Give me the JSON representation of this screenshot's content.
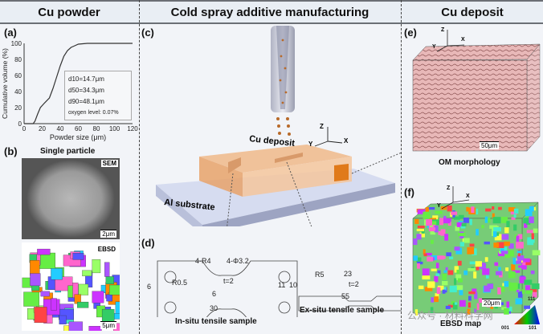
{
  "headers": {
    "left": "Cu powder",
    "center": "Cold spray additive manufacturing",
    "right": "Cu deposit"
  },
  "panels": {
    "a": "(a)",
    "b": "(b)",
    "c": "(c)",
    "d": "(d)",
    "e": "(e)",
    "f": "(f)"
  },
  "chart_data": {
    "type": "line",
    "title": "",
    "xlabel": "Powder size (μm)",
    "ylabel": "Cumulative volume (%)",
    "xlim": [
      0,
      120
    ],
    "ylim": [
      0,
      100
    ],
    "xticks": [
      "0",
      "20",
      "40",
      "60",
      "80",
      "100",
      "120"
    ],
    "yticks": [
      "0",
      "20",
      "40",
      "60",
      "80",
      "100"
    ],
    "x": [
      0,
      10,
      12,
      15,
      18,
      22,
      28,
      32,
      36,
      40,
      44,
      48,
      52,
      56,
      60,
      70,
      80,
      120
    ],
    "y": [
      0,
      0,
      3,
      12,
      20,
      25,
      32,
      44,
      58,
      72,
      84,
      91,
      95,
      97,
      99,
      100,
      100,
      100
    ],
    "annotations": [
      "d10=14.7μm",
      "d50=34.3μm",
      "d90=48.1μm",
      "oxygen level: 0.07%"
    ]
  },
  "legend": {
    "d10_label": "d",
    "d10_sub": "10",
    "d10_val": "=14.7μm",
    "d50_sub": "50",
    "d50_val": "=34.3μm",
    "d90_sub": "90",
    "d90_val": "=48.1μm",
    "oxygen": "oxygen level:  0.07%"
  },
  "b": {
    "title": "Single particle",
    "sem": "SEM",
    "sem_scale": "2μm",
    "ebsd": "EBSD",
    "ebsd_scale": "5μm"
  },
  "c": {
    "deposit": "Cu deposit",
    "substrate": "Al substrate",
    "z": "Z",
    "y": "Y",
    "x": "X"
  },
  "d": {
    "insitu_title": "In-situ tensile sample",
    "exsitu_title": "Ex-situ tensile sample",
    "insitu_dims": {
      "r05": "R0.5",
      "r4": "4-R4",
      "phi": "4-Φ3.2",
      "six_v": "6",
      "six_h": "6",
      "t": "t=2",
      "thirty": "30",
      "eleven": "11"
    },
    "exsitu_dims": {
      "r5": "R5",
      "l23": "23",
      "t": "t=2",
      "l10": "10",
      "l55": "55"
    }
  },
  "e": {
    "caption": "OM morphology",
    "scale": "50μm",
    "z": "Z",
    "y": "Y",
    "x": "X"
  },
  "f": {
    "caption": "EBSD map",
    "scale": "20μm",
    "z": "Z",
    "y": "Y",
    "x": "X",
    "ipf_111": "111",
    "ipf_001": "001",
    "ipf_101": "101"
  },
  "watermark": "公众号 · 材料科学网"
}
